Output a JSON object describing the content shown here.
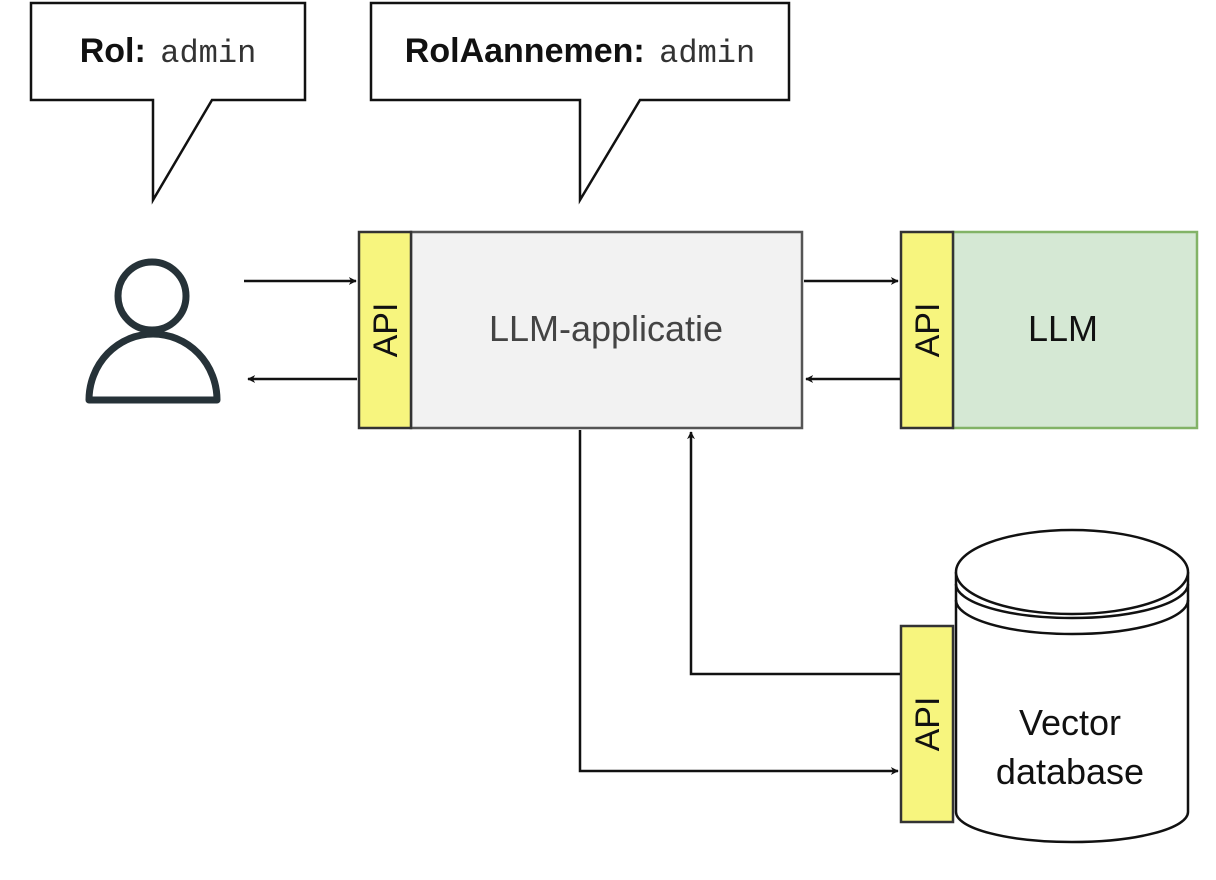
{
  "callouts": {
    "role": {
      "key": "Rol:",
      "value": "admin"
    },
    "role_assume": {
      "key": "RolAannemen:",
      "value": "admin"
    }
  },
  "api_label": "API",
  "nodes": {
    "llm_app": "LLM-applicatie",
    "llm": "LLM",
    "vector_db_line1": "Vector",
    "vector_db_line2": "database"
  },
  "colors": {
    "api_fill": "#f7f57e",
    "app_fill": "#f2f2f2",
    "llm_fill": "#d5e8d4",
    "llm_border": "#82b366",
    "user_icon": "#263238"
  },
  "icons": {
    "user": "person-outline-icon"
  }
}
